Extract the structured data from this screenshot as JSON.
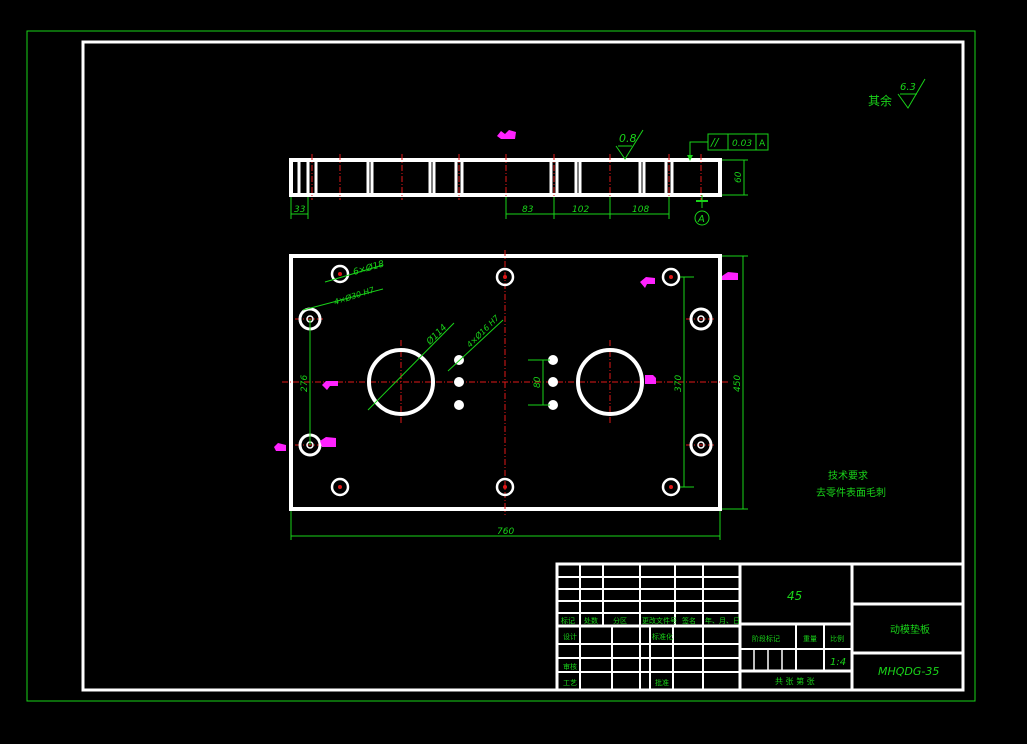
{
  "colors": {
    "background": "#000000",
    "outline": "#ffffff",
    "dimension": "#19d319",
    "centerline": "#e01818",
    "marker": "#ff22ff"
  },
  "roughness": {
    "general_prefix": "其余",
    "general_value": "6.3",
    "top_value": "0.8"
  },
  "tolerance": {
    "symbol": "//",
    "value": "0.03",
    "datum": "A"
  },
  "datum_label": "A",
  "side_view": {
    "dim_33": "33",
    "dim_83": "83",
    "dim_102": "102",
    "dim_108": "108",
    "dim_60": "60"
  },
  "plan_view": {
    "hole_6": "6×Ø18",
    "hole_4a": "4×Ø30 H7",
    "dia_114": "Ø114",
    "hole_4b": "4×Ø16 H7",
    "dim_80": "80",
    "dim_276": "276",
    "dim_370": "370",
    "dim_450": "450",
    "dim_760": "760"
  },
  "notes": {
    "title": "技术要求",
    "line1": "去零件表面毛刺"
  },
  "title_block": {
    "material": "45",
    "part_name": "动模垫板",
    "drawing_no": "MHQDG-35",
    "scale": "1:4",
    "sheet": "共 张  第 张",
    "h_mark": "标记",
    "h_count": "处数",
    "h_zone": "分区",
    "h_doc": "更改文件号",
    "h_sign": "签名",
    "h_date": "年、月、日",
    "designer": "设计",
    "standardize": "标准化",
    "review": "审核",
    "process": "工艺",
    "approve": "批准",
    "stage_mark": "阶段标记",
    "weight": "重量",
    "ratio": "比例"
  }
}
